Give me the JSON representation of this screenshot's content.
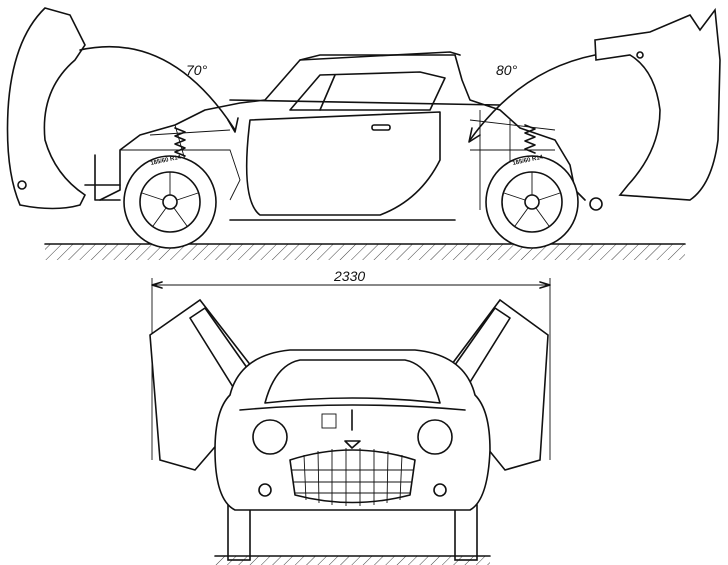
{
  "side_view": {
    "hood_angle": "70°",
    "trunk_angle": "80°",
    "front_tire_label": "185/60 R14",
    "rear_tire_label": "185/60 R14"
  },
  "front_view": {
    "width_dimension": "2330"
  }
}
